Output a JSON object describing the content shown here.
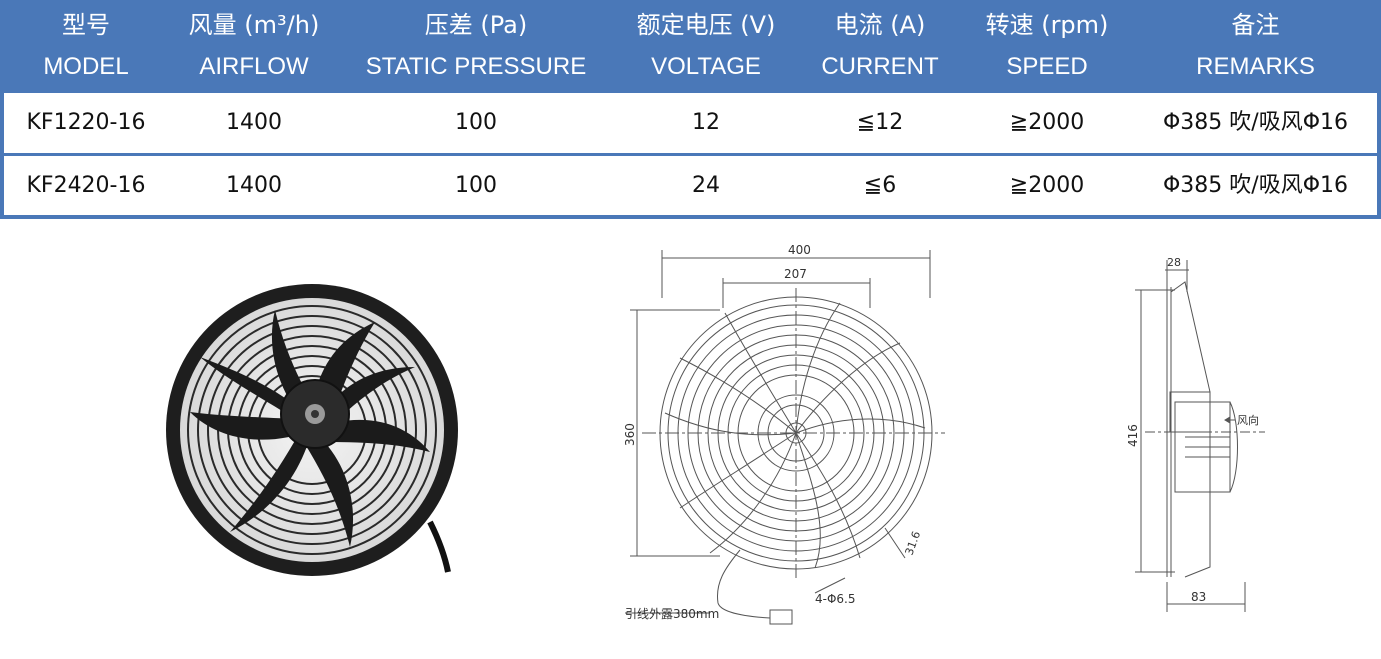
{
  "headers": [
    {
      "cn": "型号",
      "en": "MODEL"
    },
    {
      "cn": "风量 (m³/h)",
      "en": "AIRFLOW"
    },
    {
      "cn": "压差 (Pa)",
      "en": "STATIC PRESSURE"
    },
    {
      "cn": "额定电压 (V)",
      "en": "VOLTAGE"
    },
    {
      "cn": "电流 (A)",
      "en": "CURRENT"
    },
    {
      "cn": "转速 (rpm)",
      "en": "SPEED"
    },
    {
      "cn": "备注",
      "en": "REMARKS"
    }
  ],
  "rows": [
    [
      "KF1220-16",
      "1400",
      "100",
      "12",
      "≦12",
      "≧2000",
      "Φ385 吹/吸风Φ16"
    ],
    [
      "KF2420-16",
      "1400",
      "100",
      "24",
      "≦6",
      "≧2000",
      "Φ385 吹/吸风Φ16"
    ]
  ],
  "colors": {
    "header_bg": "#4a78b8",
    "header_text": "#ffffff",
    "line": "#555555"
  },
  "front_drawing": {
    "dim_overall_width": "400",
    "dim_inner_width": "207",
    "dim_height": "360",
    "dim_slot": "31.6",
    "dim_holes": "4-Φ6.5",
    "lead_note": "引线外露380mm"
  },
  "side_drawing": {
    "dim_depth_top": "28",
    "dim_height": "416",
    "dim_depth_bottom": "83",
    "airflow_label": "风向"
  }
}
